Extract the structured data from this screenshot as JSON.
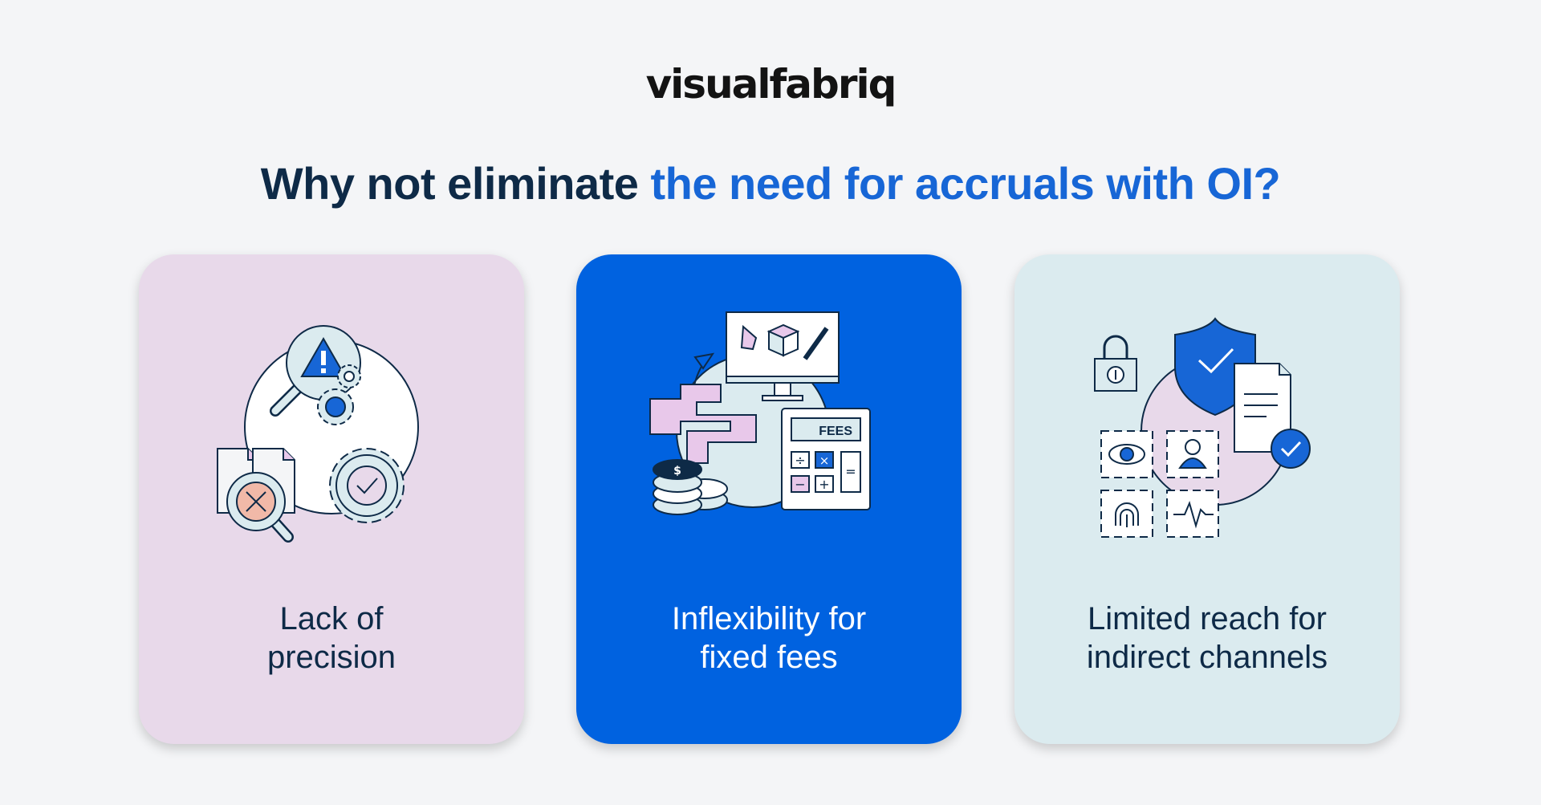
{
  "brand": {
    "logo_text": "visualfabriq"
  },
  "headline": {
    "prefix": "Why not eliminate ",
    "accent": "the need for accruals with OI?"
  },
  "cards": [
    {
      "label_line1": "Lack of",
      "label_line2": "precision",
      "background": "#e8d9ea",
      "icon": "magnifier-warning-gear-icon"
    },
    {
      "label_line1": "Inflexibility for",
      "label_line2": "fixed fees",
      "background": "#0062e0",
      "icon": "monitor-calculator-coins-icon",
      "calculator_label": "FEES"
    },
    {
      "label_line1": "Limited reach for",
      "label_line2": "indirect channels",
      "background": "#dbebef",
      "icon": "shield-biometric-document-icon"
    }
  ],
  "colors": {
    "navy": "#0e2a47",
    "accent": "#1766d6",
    "blue_card": "#0062e0"
  }
}
